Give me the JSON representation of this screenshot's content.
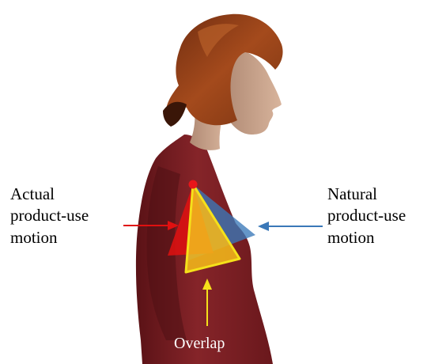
{
  "labels": {
    "actual": [
      "Actual",
      "product-use",
      "motion"
    ],
    "natural": [
      "Natural",
      "product-use",
      "motion"
    ],
    "overlap": "Overlap"
  },
  "colors": {
    "actual_motion": "#e01010",
    "natural_motion": "#3a78b8",
    "overlap": "#f2b71a",
    "overlap_outline": "#f5e11a",
    "shirt": "#7a1e22",
    "hair": "#8b3a16",
    "skin": "#caa48c"
  }
}
